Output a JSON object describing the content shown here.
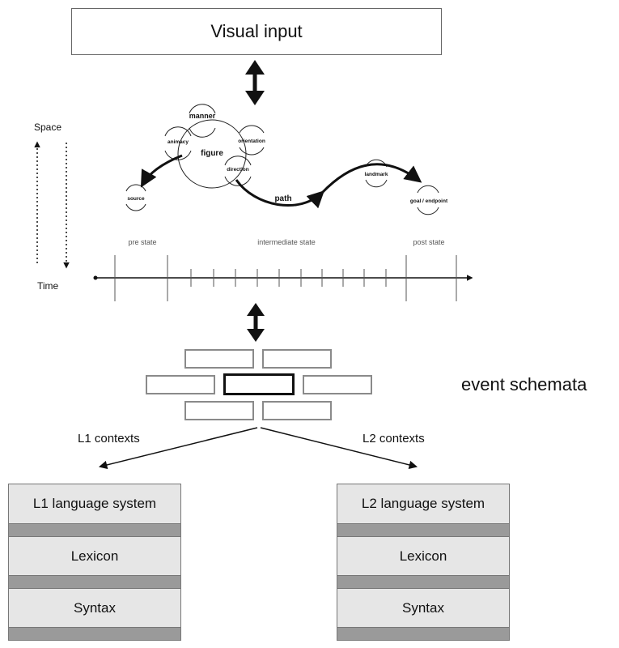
{
  "visual_input": "Visual input",
  "axis": {
    "space": "Space",
    "time": "Time"
  },
  "event_elements": {
    "manner": "manner",
    "animacy": "animacy",
    "figure": "figure",
    "orientation": "orientation",
    "direction": "direction",
    "source": "source",
    "path": "path",
    "landmark": "landmark",
    "goal": "goal / endpoint"
  },
  "timeline": {
    "pre_state": "pre state",
    "intermediate_state": "intermediate state",
    "post_state": "post state"
  },
  "event_schemata": "event schemata",
  "contexts": {
    "l1": "L1 contexts",
    "l2": "L2 contexts"
  },
  "l1_system": {
    "title": "L1 language system",
    "lexicon": "Lexicon",
    "syntax": "Syntax"
  },
  "l2_system": {
    "title": "L2 language system",
    "lexicon": "Lexicon",
    "syntax": "Syntax"
  }
}
